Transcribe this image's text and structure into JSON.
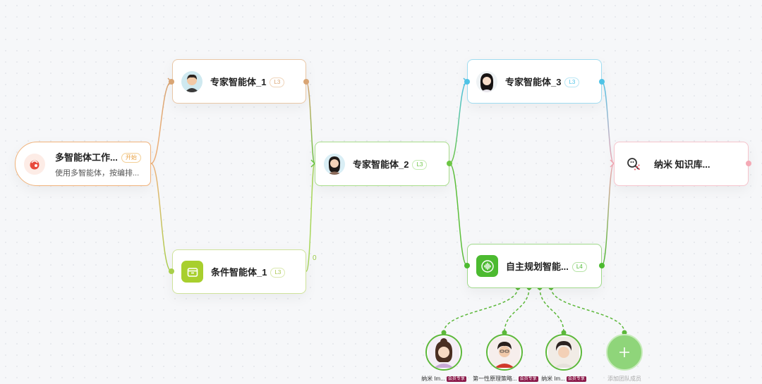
{
  "nodes": {
    "start": {
      "title": "多智能体工作...",
      "badge": "开始",
      "desc": "使用多智能体，按编排..."
    },
    "expert1": {
      "title": "专家智能体_1",
      "badge": "L3"
    },
    "condition1": {
      "title": "条件智能体_1",
      "badge": "L3"
    },
    "expert2": {
      "title": "专家智能体_2",
      "badge": "L3"
    },
    "expert3": {
      "title": "专家智能体_3",
      "badge": "L3"
    },
    "planner": {
      "title": "自主规划智能...",
      "badge": "L4"
    },
    "knowledge": {
      "title": "纳米 知识库..."
    }
  },
  "edge_label": "0",
  "members": [
    {
      "name": "纳米 Im...",
      "tag": "会员专享",
      "icon": "girl-avatar-icon"
    },
    {
      "name": "第一性原理策略...",
      "tag": "会员专享",
      "icon": "man-avatar-icon"
    },
    {
      "name": "纳米 Im...",
      "tag": "会员专享",
      "icon": "boy-avatar-icon"
    }
  ],
  "add_member": {
    "label": "添加团队成员",
    "icon": "plus-icon"
  },
  "colors": {
    "orange": "#f0b27a",
    "expert1_border": "#e9c7a6",
    "green": "#6cc644",
    "lime": "#b9d66a",
    "cyan": "#4fc3e6",
    "pink": "#f4a9b5",
    "planner_green": "#4cba30"
  }
}
